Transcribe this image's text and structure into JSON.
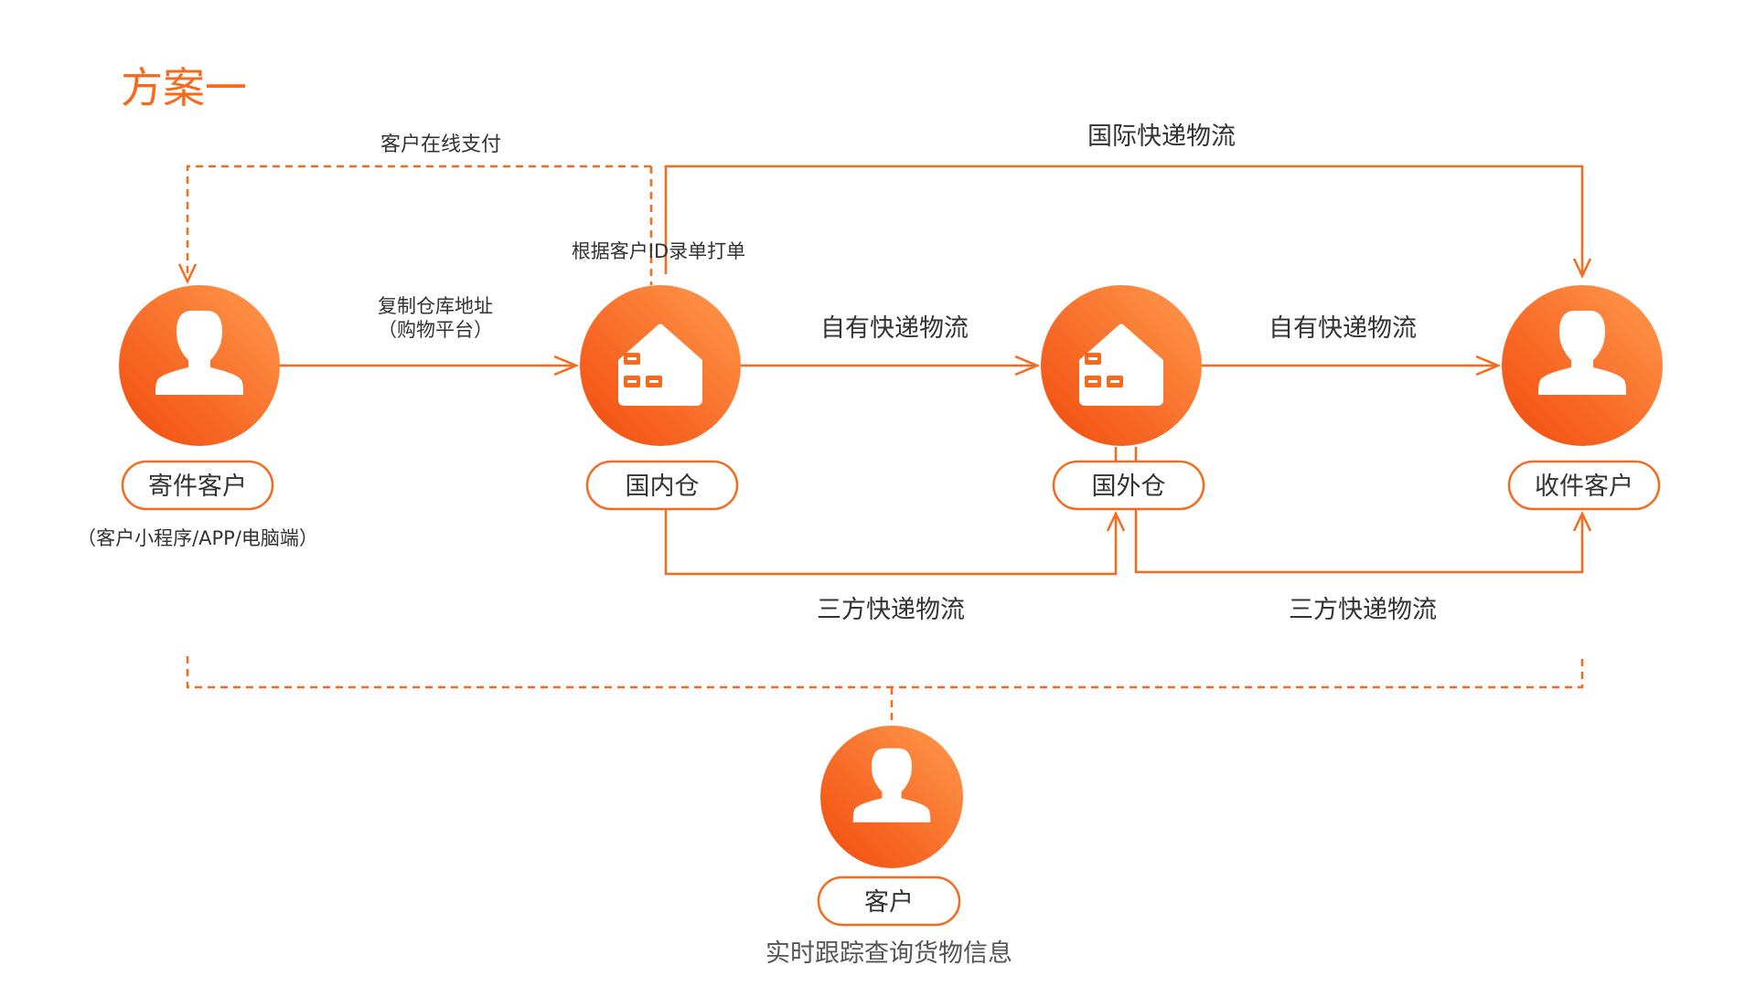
{
  "title": "方案一",
  "colors": {
    "accent": "#f56a1c",
    "accent_light": "#ff9a4d",
    "accent_deep": "#f24a0c",
    "text": "#333333"
  },
  "nodes": {
    "sender": {
      "name": "寄件客户",
      "sub": "（客户小程序/APP/电脑端）",
      "icon": "person-icon"
    },
    "domestic": {
      "name": "国内仓",
      "icon": "warehouse-icon"
    },
    "overseas": {
      "name": "国外仓",
      "icon": "warehouse-icon"
    },
    "receiver": {
      "name": "收件客户",
      "icon": "person-icon"
    },
    "customer": {
      "name": "客户",
      "sub": "实时跟踪查询货物信息",
      "icon": "person-icon"
    }
  },
  "edges": {
    "payment": "客户在线支付",
    "order_entry": "根据客户ID录单打单",
    "copy_address_line1": "复制仓库地址",
    "copy_address_line2": "（购物平台）",
    "own_express_1": "自有快递物流",
    "own_express_2": "自有快递物流",
    "international": "国际快递物流",
    "third_party_1": "三方快递物流",
    "third_party_2": "三方快递物流"
  }
}
